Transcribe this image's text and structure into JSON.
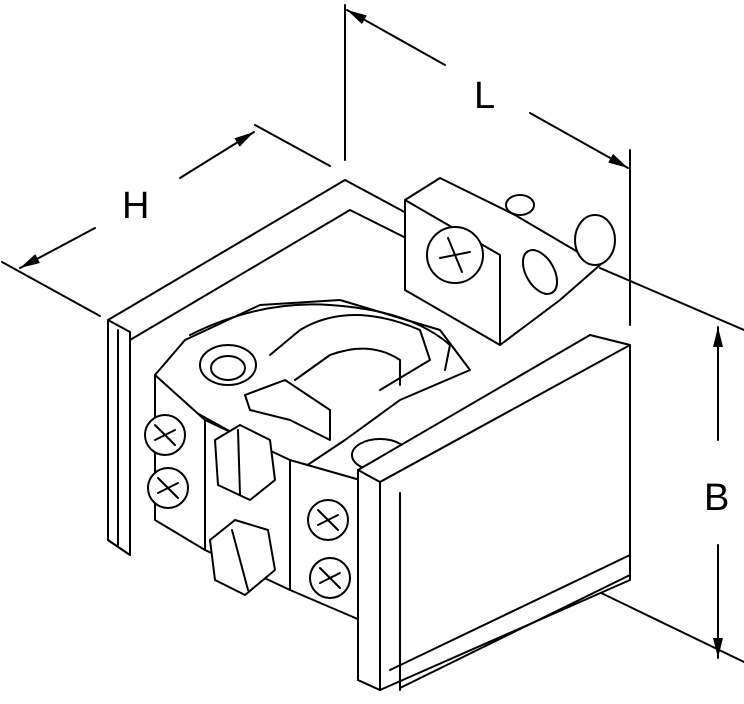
{
  "dimensions": {
    "length_label": "L",
    "height_label": "H",
    "width_label": "B"
  },
  "colors": {
    "stroke": "#000000",
    "background": "#ffffff"
  }
}
